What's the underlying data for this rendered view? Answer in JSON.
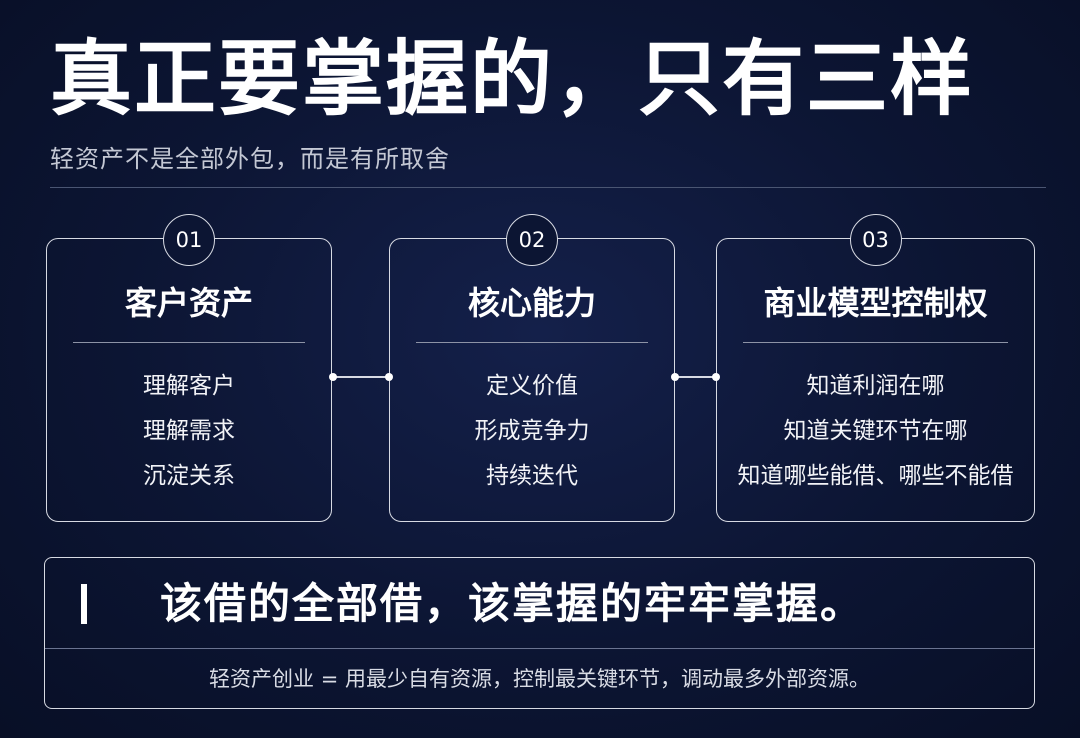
{
  "header": {
    "title": "真正要掌握的，只有三样",
    "subtitle": "轻资产不是全部外包，而是有所取舍"
  },
  "cards": [
    {
      "number": "01",
      "title": "客户资产",
      "items": [
        "理解客户",
        "理解需求",
        "沉淀关系"
      ]
    },
    {
      "number": "02",
      "title": "核心能力",
      "items": [
        "定义价值",
        "形成竞争力",
        "持续迭代"
      ]
    },
    {
      "number": "03",
      "title": "商业模型控制权",
      "items": [
        "知道利润在哪",
        "知道关键环节在哪",
        "知道哪些能借、哪些不能借"
      ]
    }
  ],
  "bottom": {
    "slogan": "该借的全部借，该掌握的牢牢掌握。",
    "footnote": "轻资产创业 = 用最少自有资源，控制最关键环节，调动最多外部资源。"
  },
  "colors": {
    "background": "#0c1533",
    "text": "#ffffff",
    "line": "#d7dae3"
  }
}
